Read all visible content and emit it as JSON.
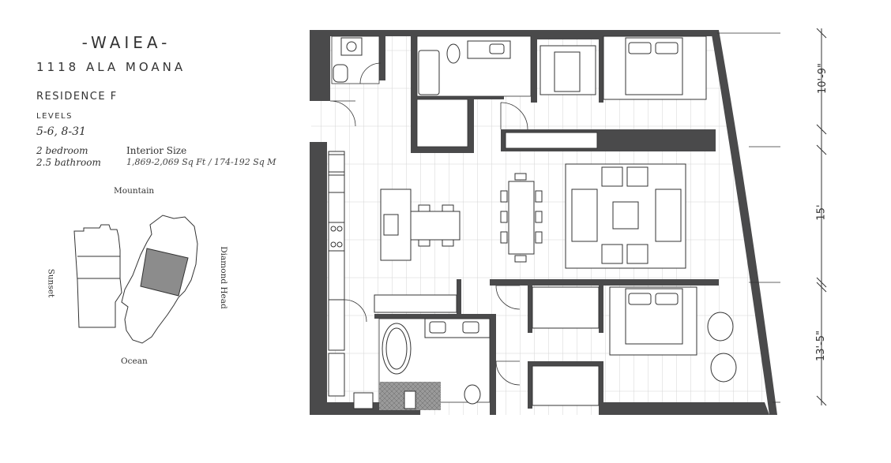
{
  "header": {
    "brand": "-WAIEA-",
    "address": "1118 ALA MOANA"
  },
  "residence": {
    "name": "RESIDENCE F",
    "levels_label": "LEVELS",
    "levels_value": "5-6, 8-31",
    "bedrooms": "2 bedroom",
    "bathrooms": "2.5 bathroom",
    "size_label": "Interior Size",
    "size_value": "1,869-2,069 Sq Ft / 174-192 Sq M"
  },
  "keyplan": {
    "north": "Mountain",
    "south": "Ocean",
    "west": "Sunset",
    "east": "Diamond Head"
  },
  "dimensions": [
    "10'-9\"",
    "15'",
    "13'-5\""
  ],
  "colors": {
    "wall": "#4a4a4b",
    "line": "#333333",
    "highlight": "#8c8c8c",
    "floor_hatch": "#c8c8c8"
  }
}
